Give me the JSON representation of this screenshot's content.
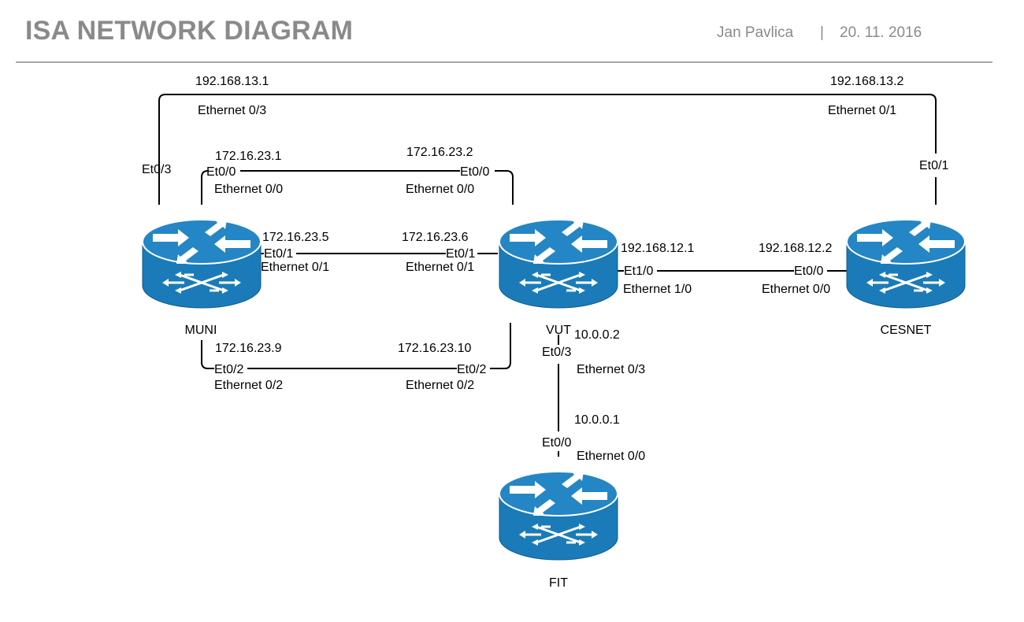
{
  "header": {
    "title": "ISA NETWORK DIAGRAM",
    "author": "Jan Pavlica",
    "separator": "|",
    "date": "20. 11. 2016"
  },
  "colors": {
    "router": "#1a7bb8",
    "router_shade": "#115e8f",
    "title": "#8a8a8a",
    "rule": "#a6a6a6"
  },
  "routers": [
    {
      "id": "muni",
      "label": "MUNI",
      "icon": "router-icon"
    },
    {
      "id": "vut",
      "label": "VUT",
      "icon": "router-icon"
    },
    {
      "id": "cesnet",
      "label": "CESNET",
      "icon": "router-icon"
    },
    {
      "id": "fit",
      "label": "FIT",
      "icon": "router-icon"
    }
  ],
  "links": [
    {
      "id": "muni-cesnet",
      "a_ip": "192.168.13.1",
      "a_iface": "Ethernet 0/3",
      "a_short": "Et0/3",
      "b_ip": "192.168.13.2",
      "b_iface": "Ethernet 0/1",
      "b_short": "Et0/1"
    },
    {
      "id": "muni-vut-0",
      "a_ip": "172.16.23.1",
      "a_iface": "Ethernet 0/0",
      "a_short": "Et0/0",
      "b_ip": "172.16.23.2",
      "b_iface": "Ethernet 0/0",
      "b_short": "Et0/0"
    },
    {
      "id": "muni-vut-1",
      "a_ip": "172.16.23.5",
      "a_iface": "Ethernet 0/1",
      "a_short": "Et0/1",
      "b_ip": "172.16.23.6",
      "b_iface": "Ethernet 0/1",
      "b_short": "Et0/1"
    },
    {
      "id": "muni-vut-2",
      "a_ip": "172.16.23.9",
      "a_iface": "Ethernet 0/2",
      "a_short": "Et0/2",
      "b_ip": "172.16.23.10",
      "b_iface": "Ethernet 0/2",
      "b_short": "Et0/2"
    },
    {
      "id": "vut-cesnet",
      "a_ip": "192.168.12.1",
      "a_iface": "Ethernet 1/0",
      "a_short": "Et1/0",
      "b_ip": "192.168.12.2",
      "b_iface": "Ethernet 0/0",
      "b_short": "Et0/0"
    },
    {
      "id": "vut-fit",
      "a_ip": "10.0.0.2",
      "a_iface": "Ethernet 0/3",
      "a_short": "Et0/3",
      "b_ip": "10.0.0.1",
      "b_iface": "Ethernet 0/0",
      "b_short": "Et0/0"
    }
  ]
}
